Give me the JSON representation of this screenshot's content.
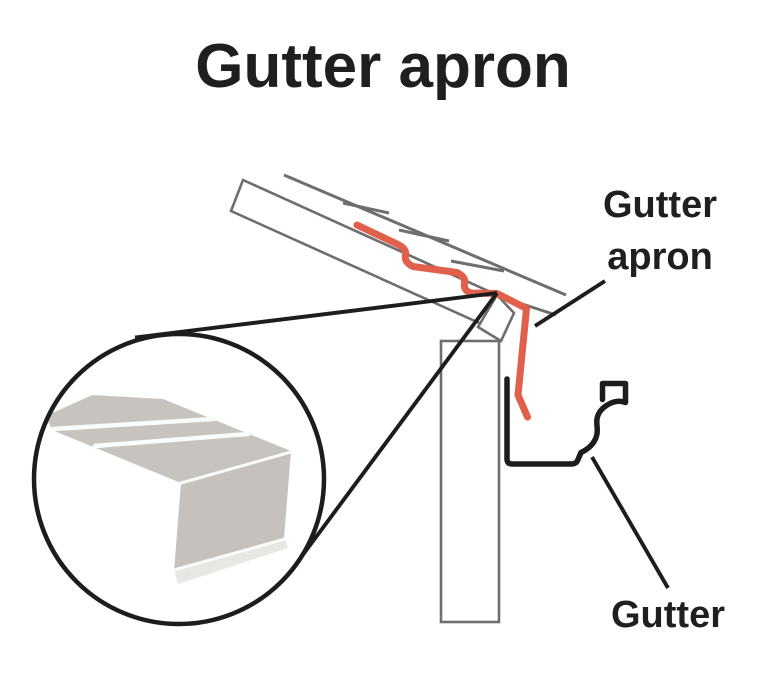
{
  "title": "Gutter apron",
  "labels": {
    "gutter_apron": {
      "line1": "Gutter",
      "line2": "apron"
    },
    "gutter": "Gutter"
  },
  "colors": {
    "background": "#ffffff",
    "text_dark": "#1f1f1f",
    "accent_red": "#e0604b",
    "outline_gray": "#6e6e6e",
    "line_black": "#1d1d1d",
    "metal_gray": "#c7c3be",
    "metal_front": "#c6c1bc",
    "flange_gray": "#e9e7e3",
    "seam_white": "#fbfbfa"
  }
}
